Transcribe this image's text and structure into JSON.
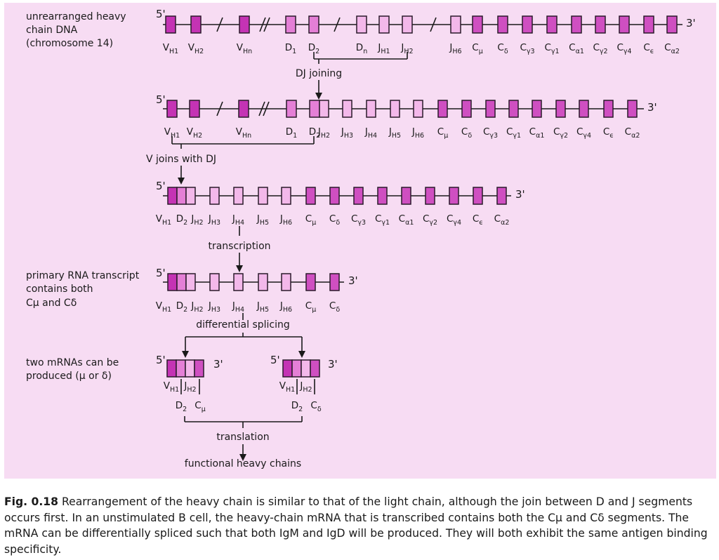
{
  "colors": {
    "panel": "#f7dcf3",
    "V": "#c433b4",
    "D": "#e47fd6",
    "J": "#f3b8ea",
    "C": "#cf4fc1",
    "stroke": "#2a1a2a"
  },
  "prime5": "5'",
  "prime3": "3'",
  "stages": {
    "unrearranged_line1": "unrearranged heavy",
    "unrearranged_line2": "chain DNA",
    "unrearranged_line3": "(chromosome 14)",
    "primary_line1": "primary RNA transcript",
    "primary_line2": "contains both",
    "primary_line3": "Cμ and Cδ",
    "two_line1": "two mRNAs can be",
    "two_line2": "produced (μ or δ)"
  },
  "steps": {
    "dj_joining": "DJ joining",
    "v_joins_dj": "V joins with DJ",
    "transcription": "transcription",
    "differential_splicing": "differential splicing",
    "translation": "translation",
    "functional": "functional heavy chains"
  },
  "labels": {
    "V": "V",
    "D": "D",
    "J": "J",
    "C": "C",
    "H1": "H1",
    "H2": "H2",
    "Hn": "Hn",
    "H3": "H3",
    "H4": "H4",
    "H5": "H5",
    "H6": "H6",
    "one": "1",
    "two": "2",
    "n": "n",
    "mu": "μ",
    "delta": "δ",
    "g3": "γ3",
    "g1": "γ1",
    "a1": "α1",
    "g2": "γ2",
    "g4": "γ4",
    "eps": "ϵ",
    "a2": "α2"
  },
  "caption": {
    "fig": "Fig. 0.18",
    "text": "Rearrangement of the heavy chain is similar to that of the light chain, although the join between D and J segments occurs first. In an unstimulated B cell, the heavy-chain mRNA that is transcribed contains both the Cμ and Cδ segments. The mRNA can be differentially spliced such that both IgM and IgD will be produced. They will both exhibit the same antigen binding specificity."
  }
}
